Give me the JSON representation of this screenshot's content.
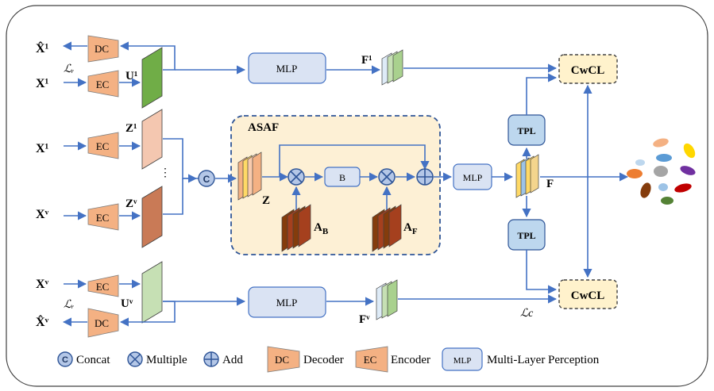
{
  "labels": {
    "x1_hat": "X̂¹",
    "x1": "X¹",
    "xv": "Xᵛ",
    "xv_hat": "X̂ᵛ",
    "lr_top": "ℒᵣ",
    "lr_bottom": "ℒᵣ",
    "lc": "ℒc",
    "u1": "U¹",
    "uv": "Uᵛ",
    "z1": "Z¹",
    "zv": "Zᵛ",
    "z": "Z",
    "f1": "F¹",
    "fv": "Fᵛ",
    "f": "F",
    "ab": "A",
    "ab_sub": "B",
    "af": "A",
    "af_sub": "F",
    "dots": "⋮"
  },
  "blocks": {
    "dc": "DC",
    "ec": "EC",
    "mlp": "MLP",
    "asaf_title": "ASAF",
    "b": "B",
    "tpl": "TPL",
    "cwcl": "CwCL",
    "concat_symbol": "C"
  },
  "legend": {
    "concat": "Concat",
    "multiple": "Multiple",
    "add": "Add",
    "decoder": "Decoder",
    "encoder": "Encoder",
    "mlp_desc": "Multi-Layer Perception"
  },
  "colors": {
    "ec_fill": "#f4b183",
    "blue_line": "#4472c4",
    "block_fill": "#dae3f3",
    "asaf_fill": "#fdf0d5",
    "cwcl_fill": "#fff2cc",
    "green_feat": "#70ad47",
    "salmon_feat": "#e6a07a",
    "dark_red": "#a5401e"
  }
}
